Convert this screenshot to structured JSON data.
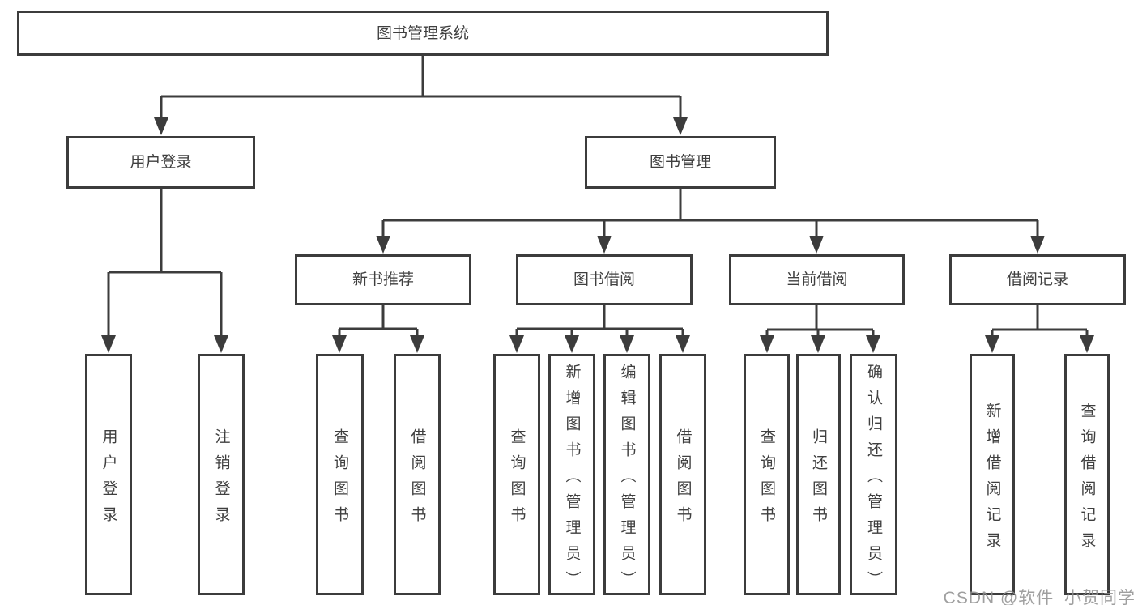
{
  "title": "图书管理系统",
  "colors": {
    "line": "#3c3c3c",
    "text": "#3f3f3f",
    "background": "#ffffff",
    "watermark": "#8f8f8f"
  },
  "watermark": {
    "text": "CSDN @软件_小贺同学"
  },
  "tree": {
    "label": "图书管理系统",
    "children": [
      {
        "label": "用户登录",
        "children": [
          {
            "label": "用户登录"
          },
          {
            "label": "注销登录"
          }
        ]
      },
      {
        "label": "图书管理",
        "children": [
          {
            "label": "新书推荐",
            "children": [
              {
                "label": "查询图书"
              },
              {
                "label": "借阅图书"
              }
            ]
          },
          {
            "label": "图书借阅",
            "children": [
              {
                "label": "查询图书"
              },
              {
                "label": "新增图书（管理员）"
              },
              {
                "label": "编辑图书（管理员）"
              },
              {
                "label": "借阅图书"
              }
            ]
          },
          {
            "label": "当前借阅",
            "children": [
              {
                "label": "查询图书"
              },
              {
                "label": "归还图书"
              },
              {
                "label": "确认归还（管理员）"
              }
            ]
          },
          {
            "label": "借阅记录",
            "children": [
              {
                "label": "新增借阅记录"
              },
              {
                "label": "查询借阅记录"
              }
            ]
          }
        ]
      }
    ]
  }
}
